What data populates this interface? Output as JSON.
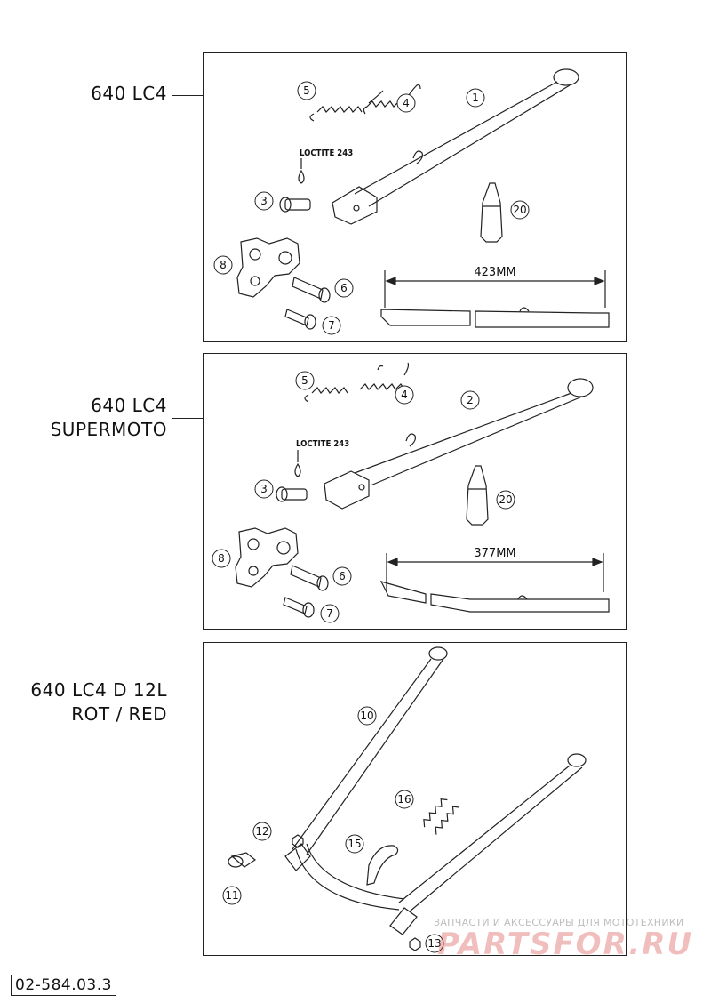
{
  "groups": [
    {
      "model_lines": [
        "640 LC4"
      ],
      "dimension": "423MM",
      "loctite": "LOCTITE 243",
      "callouts": [
        "1",
        "3",
        "4",
        "5",
        "6",
        "7",
        "8",
        "20"
      ]
    },
    {
      "model_lines": [
        "640 LC4",
        "SUPERMOTO"
      ],
      "dimension": "377MM",
      "loctite": "LOCTITE 243",
      "callouts": [
        "2",
        "3",
        "4",
        "5",
        "6",
        "7",
        "8",
        "20"
      ]
    },
    {
      "model_lines": [
        "640 LC4 D 12L",
        "ROT / RED"
      ],
      "callouts": [
        "10",
        "11",
        "12",
        "13",
        "15",
        "16"
      ]
    }
  ],
  "document_code": "02-584.03.3",
  "watermark": {
    "caption": "ЗАПЧАСТИ И АКСЕССУАРЫ ДЛЯ МОТОТЕХНИКИ",
    "logo": "PARTSFOR.RU"
  },
  "colors": {
    "line": "#222222",
    "watermark_red": "#d64646"
  }
}
